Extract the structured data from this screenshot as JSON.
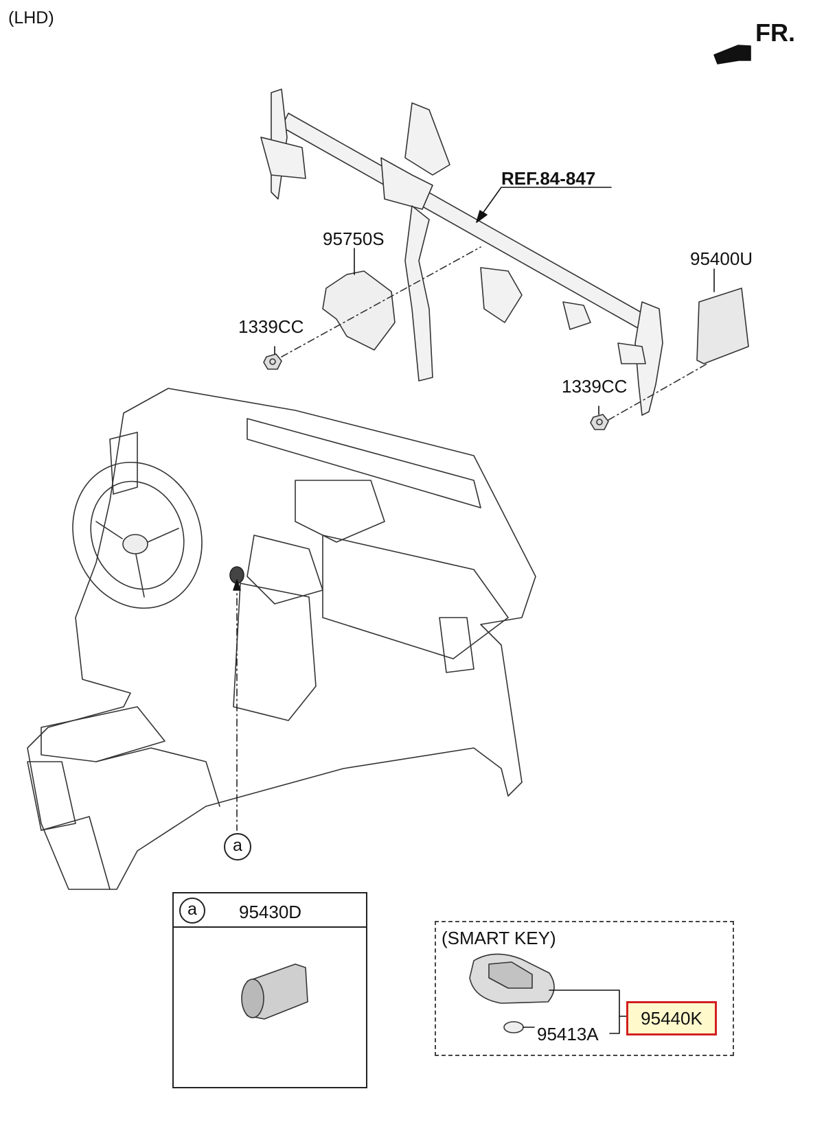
{
  "drawing": {
    "orientation_note": "(LHD)",
    "front_label": "FR.",
    "reference": "REF.84-847"
  },
  "parts": {
    "bracket_module": "95750S",
    "control_unit": "95400U",
    "nut_left": "1339CC",
    "nut_right": "1339CC",
    "start_switch": "95430D",
    "smart_key": "95440K",
    "battery": "95413A"
  },
  "detail_a": {
    "marker": "a",
    "part": "95430D"
  },
  "smart_key_group": {
    "title": "(SMART KEY)",
    "highlighted_part": "95440K",
    "highlight_colors": {
      "border": "#d21f1f",
      "fill": "#fff9cc"
    }
  },
  "callout_marker": "a"
}
